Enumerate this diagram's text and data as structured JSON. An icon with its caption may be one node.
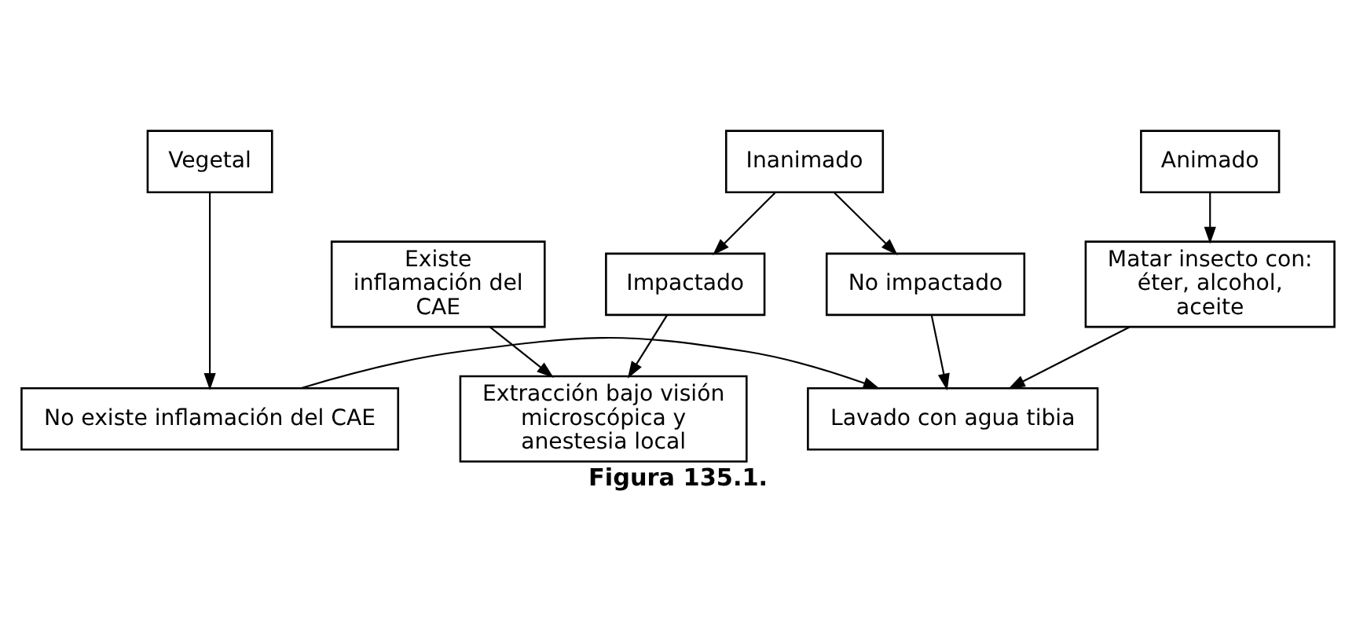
{
  "diagram": {
    "caption": "Figura 135.1.",
    "nodes": [
      {
        "text": [
          "Inanimado"
        ]
      },
      {
        "text": [
          "Animado"
        ]
      },
      {
        "text": [
          "Vegetal"
        ]
      },
      {
        "text": [
          "Impactado"
        ]
      },
      {
        "text": [
          "No impactado"
        ]
      },
      {
        "text": [
          "Matar insecto con: éter, alcohol, aceite"
        ]
      },
      {
        "text": [
          "Existe inflamación del CAE"
        ]
      },
      {
        "text": [
          "Lavado con agua tibia"
        ]
      },
      {
        "text": [
          "No existe inflamación del CAE"
        ]
      },
      {
        "text": [
          "Extracción bajo visión microscópica y anestesia local"
        ]
      }
    ],
    "edges": [
      {
        "from": 0,
        "to": 3,
        "arrow": "to"
      },
      {
        "from": 0,
        "to": 4,
        "arrow": "to"
      },
      {
        "from": 1,
        "to": 5,
        "arrow": "to"
      },
      {
        "from": 2,
        "to": 8,
        "arrow": "to"
      },
      {
        "from": 4,
        "to": 7,
        "arrow": "to"
      },
      {
        "from": 5,
        "to": 7,
        "arrow": "to"
      },
      {
        "from": 8,
        "to": 7,
        "arrow": "to"
      },
      {
        "from": 3,
        "to": 9,
        "arrow": "to"
      },
      {
        "from": 6,
        "to": 9,
        "arrow": "to"
      }
    ]
  }
}
